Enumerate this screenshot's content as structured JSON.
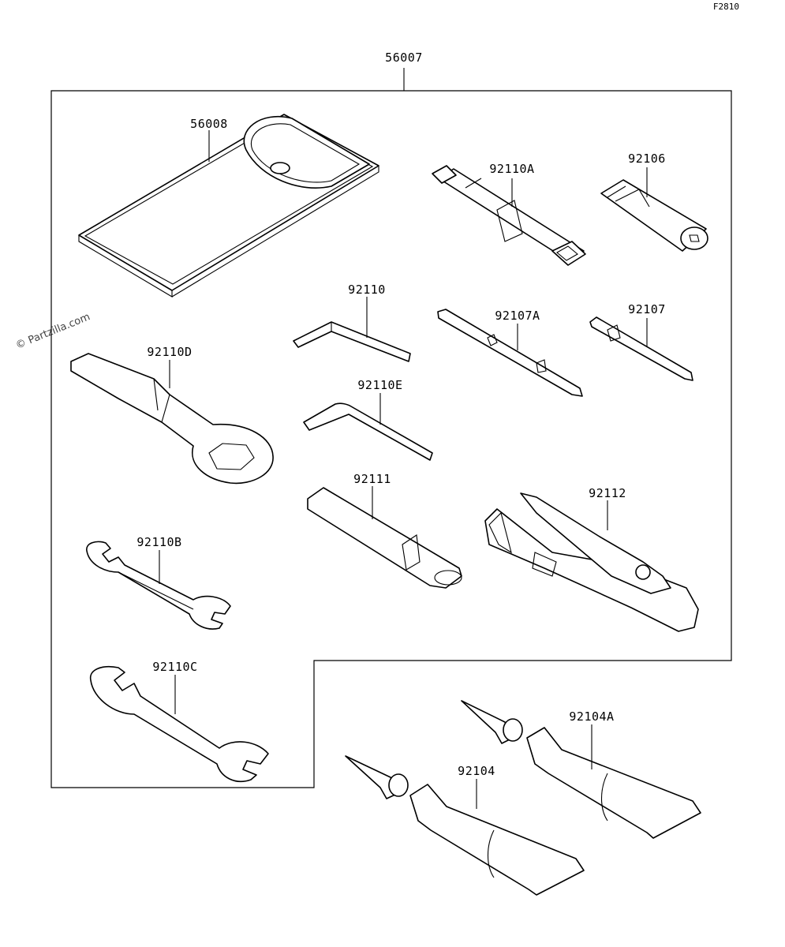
{
  "figure_ref": "F2810",
  "watermark": "© Partzilla.com",
  "footer_line1": "",
  "footer_line2": "",
  "parts": {
    "kit": "56007",
    "pouch": "56008",
    "box_wrench": "92110A",
    "handle": "92106",
    "hex_key": "92110",
    "screwdriver": "92107A",
    "screwdriver_b": "92107",
    "ring_wrench": "92110D",
    "hex_key_e": "92110E",
    "extension_bar": "92111",
    "pliers": "92112",
    "wrench_b": "92110B",
    "wrench_c": "92110C",
    "grease_tube_a": "92104A",
    "grease_tube": "92104"
  }
}
